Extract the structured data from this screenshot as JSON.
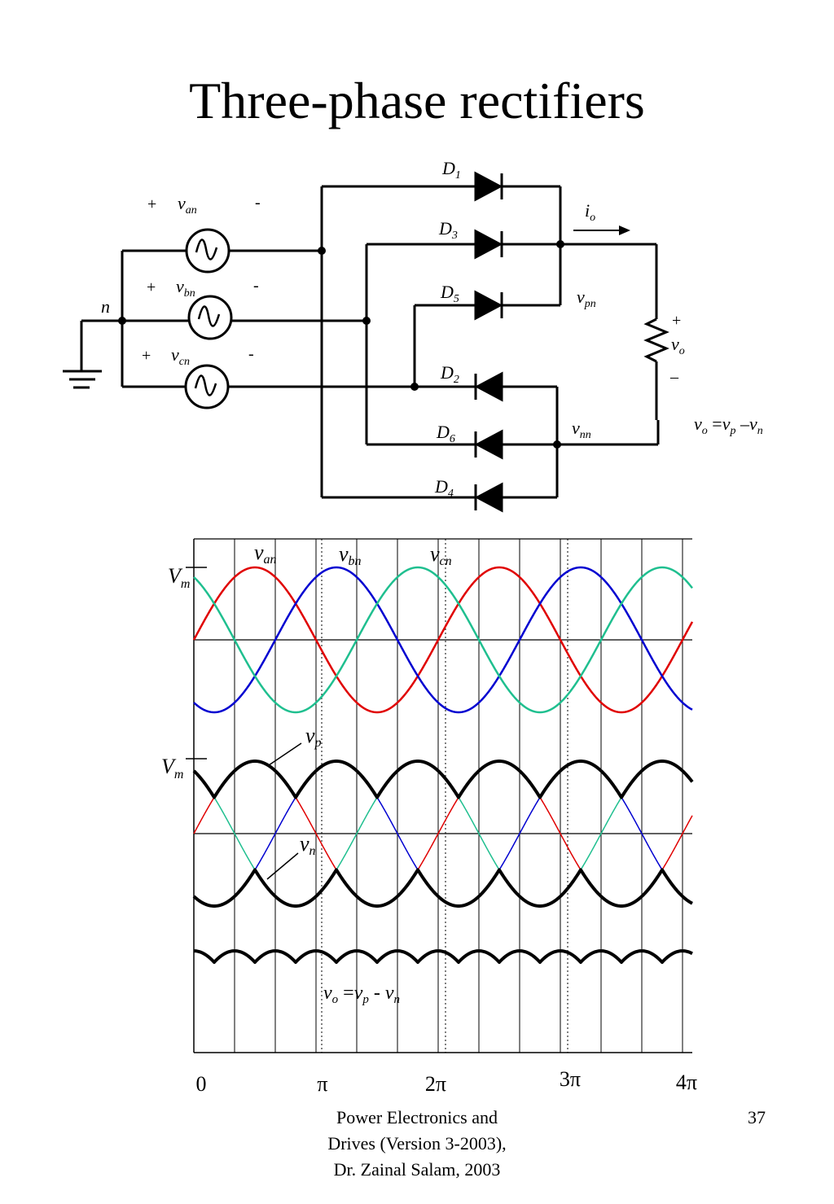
{
  "title": "Three-phase rectifiers",
  "circuit": {
    "sources": [
      {
        "plus": "+",
        "name": "v",
        "sub": "an",
        "minus": "-"
      },
      {
        "plus": "+",
        "name": "v",
        "sub": "bn",
        "minus": "-"
      },
      {
        "plus": "+",
        "name": "v",
        "sub": "cn",
        "minus": "-"
      }
    ],
    "neutral": "n",
    "diodes": [
      {
        "name": "D",
        "sub": "1"
      },
      {
        "name": "D",
        "sub": "3"
      },
      {
        "name": "D",
        "sub": "5"
      },
      {
        "name": "D",
        "sub": "2"
      },
      {
        "name": "D",
        "sub": "6"
      },
      {
        "name": "D",
        "sub": "4"
      }
    ],
    "current": {
      "name": "i",
      "sub": "o"
    },
    "vpn": {
      "name": "v",
      "sub": "pn"
    },
    "vnn": {
      "name": "v",
      "sub": "nn"
    },
    "load": {
      "plus": "+",
      "name": "v",
      "sub": "o",
      "minus": "–"
    },
    "equation": {
      "v": "v",
      "o": "o",
      "eq": " =",
      "p": "p",
      "minus": " –",
      "n": "n"
    }
  },
  "waveforms": {
    "phase_labels": [
      {
        "name": "v",
        "sub": "an"
      },
      {
        "name": "v",
        "sub": "bn"
      },
      {
        "name": "v",
        "sub": "cn"
      }
    ],
    "vm_label": {
      "name": "V",
      "sub": "m"
    },
    "vp_label": {
      "name": "v",
      "sub": "p"
    },
    "vn_label": {
      "name": "v",
      "sub": "n"
    },
    "vo_label": {
      "v": "v",
      "o": "o",
      "eq": " =",
      "vp": "v",
      "p": "p",
      "minus": " - ",
      "vn": "v",
      "n": "n"
    },
    "x_ticks": [
      "0",
      "π",
      "2π",
      "3π",
      "4π"
    ],
    "colors": {
      "an": "#e00000",
      "bn": "#0000d0",
      "cn": "#1fbf8f",
      "envelope": "#000000"
    }
  },
  "footer": {
    "line1": "Power Electronics and",
    "line2": "Drives (Version 3-2003),",
    "line3": "Dr. Zainal Salam, 2003"
  },
  "page_number": "37"
}
